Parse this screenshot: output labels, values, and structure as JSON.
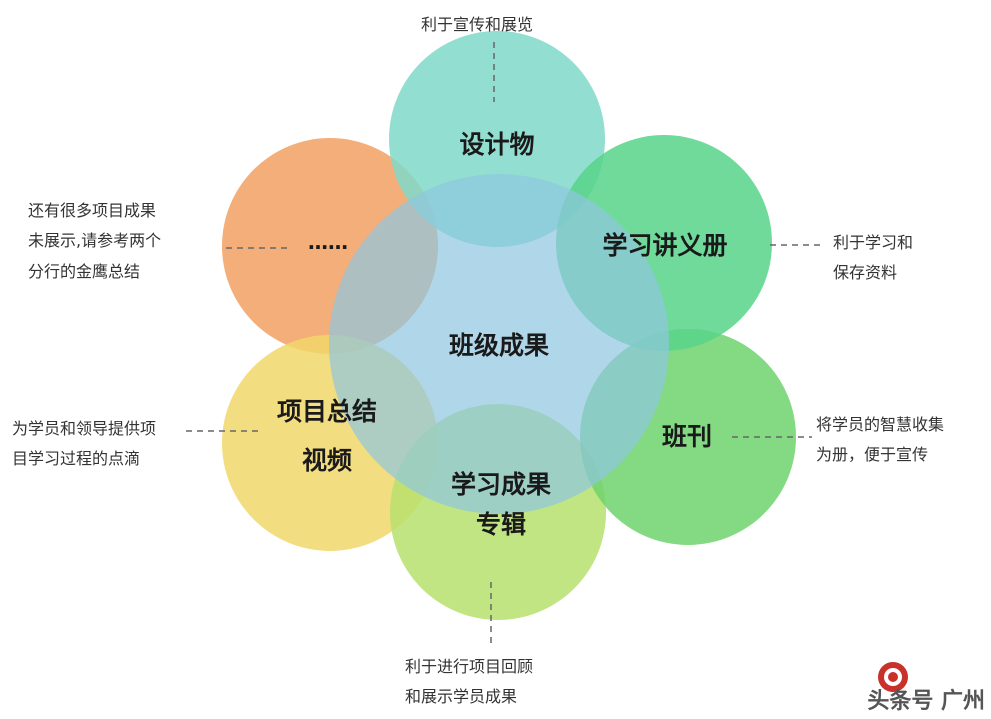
{
  "center": {
    "label": "班级成果"
  },
  "petals": [
    {
      "id": "top",
      "label": "设计物",
      "color": "#7fd9c9"
    },
    {
      "id": "top-right",
      "label": "学习讲义册",
      "color": "#57d389"
    },
    {
      "id": "bottom-right",
      "label": "班刊",
      "color": "#6ed46c"
    },
    {
      "id": "bottom",
      "label_line1": "学习成果",
      "label_line2": "专辑",
      "color": "#b7e06d"
    },
    {
      "id": "bottom-left",
      "label_line1": "项目总结",
      "label_line2": "视频",
      "color": "#f1d76b"
    },
    {
      "id": "top-left",
      "label": "……",
      "color": "#f2a063"
    }
  ],
  "center_color": "#8fc6df",
  "notes": {
    "top": "利于宣传和展览",
    "right_top": [
      "利于学习和",
      "保存资料"
    ],
    "right_bottom": [
      "将学员的智慧收集",
      "为册，便于宣传"
    ],
    "bottom": [
      "利于进行项目回顾",
      "和展示学员成果"
    ],
    "left_bottom": [
      "为学员和领导提供项",
      "目学习过程的点滴"
    ],
    "left_top": [
      "还有很多项目成果",
      "未展示,请参考两个",
      "分行的金鹰总结"
    ]
  },
  "watermark": {
    "text": "头条号 广州"
  }
}
